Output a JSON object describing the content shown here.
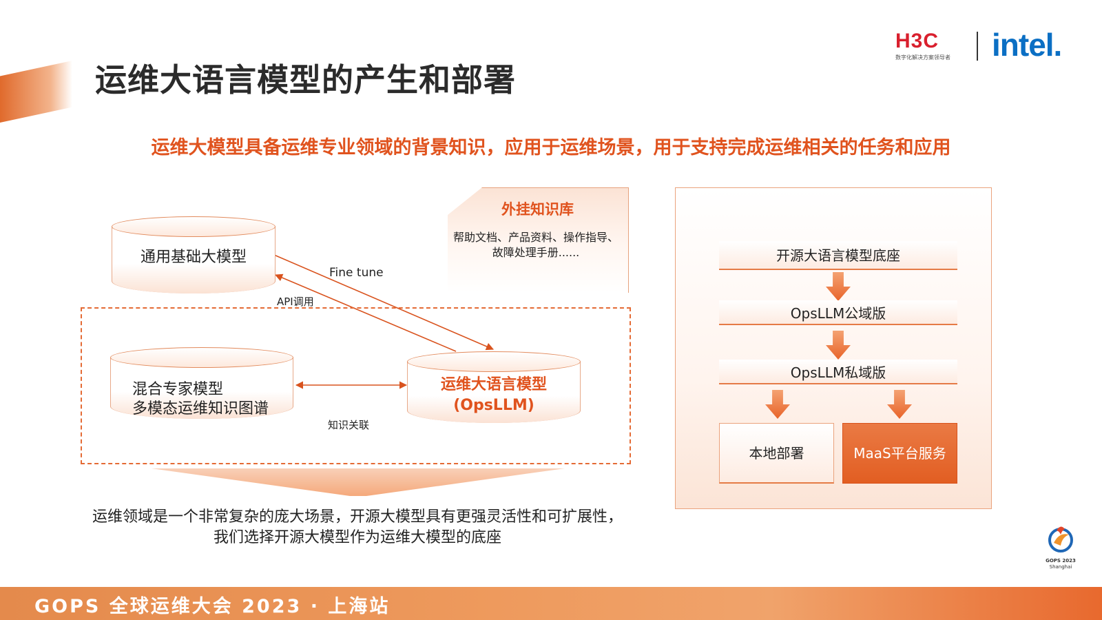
{
  "slide": {
    "title": "运维大语言模型的产生和部署",
    "subtitle": "运维大模型具备运维专业领域的背景知识，应用于运维场景，用于支持完成运维相关的任务和应用",
    "conclusion": "运维领域是一个非常复杂的庞大场景，开源大模型具有更强灵活性和可扩展性，我们选择开源大模型作为运维大模型的底座"
  },
  "logos": {
    "h3c": "H3C",
    "h3c_tagline": "数字化解决方案领导者",
    "intel": "intel."
  },
  "diagram": {
    "general_model": "通用基础大模型",
    "knowledge_base": {
      "title": "外挂知识库",
      "description": "帮助文档、产品资料、操作指导、故障处理手册......"
    },
    "fine_tune_label": "Fine tune",
    "api_label": "API调用",
    "expert_model_line1": "混合专家模型",
    "expert_model_line2": "多模态运维知识图谱",
    "knowledge_link_label": "知识关联",
    "ops_model_line1": "运维大语言模型",
    "ops_model_line2": "(OpsLLM)"
  },
  "pipeline": {
    "stage1": "开源大语言模型底座",
    "stage2": "OpsLLM公域版",
    "stage3": "OpsLLM私域版",
    "local_deploy": "本地部署",
    "maas_service": "MaaS平台服务"
  },
  "gops_mark": {
    "line1": "GOPS 2023",
    "line2": "Shanghai"
  },
  "footer": {
    "text": "GOPS 全球运维大会 2023 · 上海站"
  },
  "colors": {
    "accent": "#e0531e",
    "accent_light": "#fbe3d5",
    "title": "#2b2b2b"
  }
}
